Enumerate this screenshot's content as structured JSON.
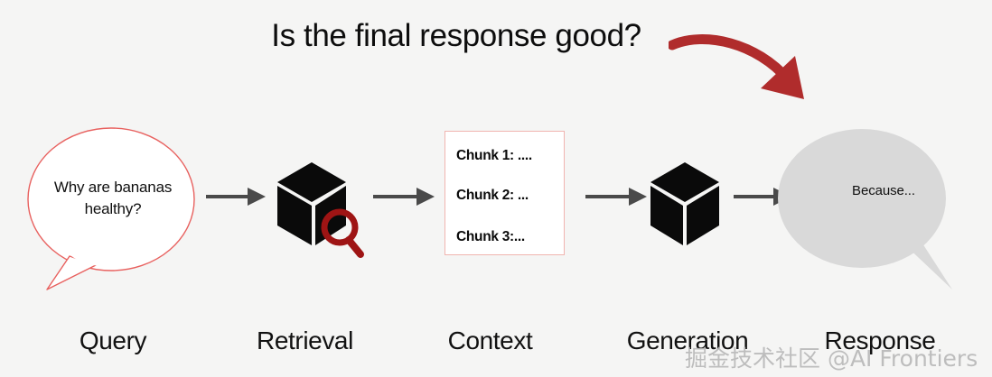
{
  "page": {
    "background_color": "#f5f5f4",
    "title": "Is the final response good?"
  },
  "colors": {
    "arrow_red": "#b02c2c",
    "bubble_outline_red": "#e8615f",
    "chunk_border_pink": "#f0b5b0",
    "response_bubble_gray": "#d9d9d9",
    "arrow_gray": "#4a4a4a",
    "magnifier_red": "#9e1414",
    "cube_black": "#0a0a0a",
    "text_black": "#111111",
    "watermark_gray": "#b9b9b9"
  },
  "query": {
    "text": "Why are bananas healthy?",
    "line1": "Why are bananas",
    "line2": "healthy?",
    "label": "Query"
  },
  "retrieval": {
    "label": "Retrieval",
    "icon": "cube-with-magnifier-icon"
  },
  "context": {
    "label": "Context",
    "chunks": [
      "Chunk 1: ....",
      "Chunk 2: ...",
      "Chunk 3:..."
    ]
  },
  "generation": {
    "label": "Generation",
    "icon": "cube-icon"
  },
  "response": {
    "label": "Response",
    "text": "Because..."
  },
  "arrows": {
    "flow_count": 4,
    "annotation_arrow": "curved-red-arrow-pointing-to-response"
  },
  "watermark": {
    "text": "掘金技术社区 @AI Frontiers"
  }
}
